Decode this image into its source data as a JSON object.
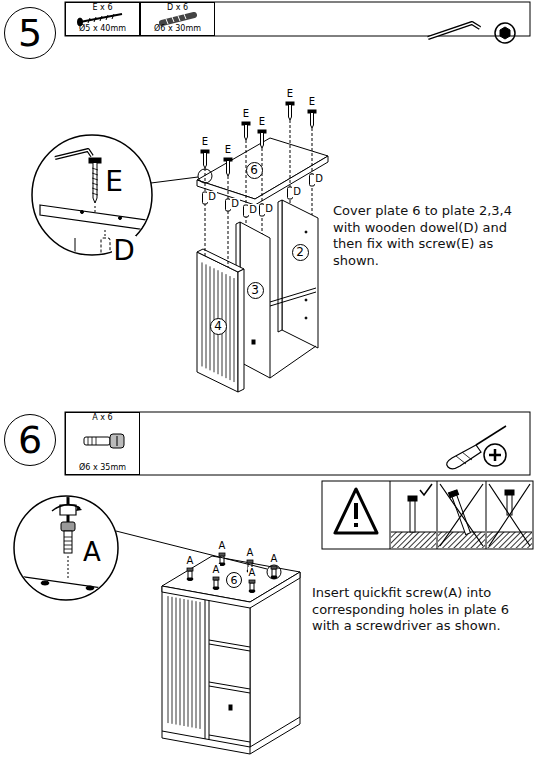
{
  "diagram": {
    "nodes": [
      {
        "text": [
          "5"
        ]
      },
      {
        "text": [
          "E x 6",
          "Ø5 x 40mm"
        ]
      },
      {
        "text": [
          "D x 6",
          "Ø6 x 30mm"
        ]
      },
      {
        "text": [
          "6"
        ]
      },
      {
        "text": [
          "2"
        ]
      },
      {
        "text": [
          "3"
        ]
      },
      {
        "text": [
          "4"
        ]
      },
      {
        "text": [
          "6"
        ]
      },
      {
        "text": [
          "A x 6",
          "Ø6 x 35mm"
        ]
      },
      {
        "text": [
          "6"
        ]
      }
    ],
    "labels": [
      "E",
      "D",
      "E",
      "E",
      "E",
      "E",
      "E",
      "E",
      "D",
      "D",
      "D",
      "D",
      "D",
      "D",
      "Cover plate 6 to plate 2,3,4 with wooden dowel(D) and then fix with screw(E) as shown.",
      "A",
      "A",
      "A",
      "A",
      "A",
      "A",
      "A",
      "Insert quickfit screw(A) into corresponding holes in plate 6 with a screwdriver as shown."
    ]
  }
}
